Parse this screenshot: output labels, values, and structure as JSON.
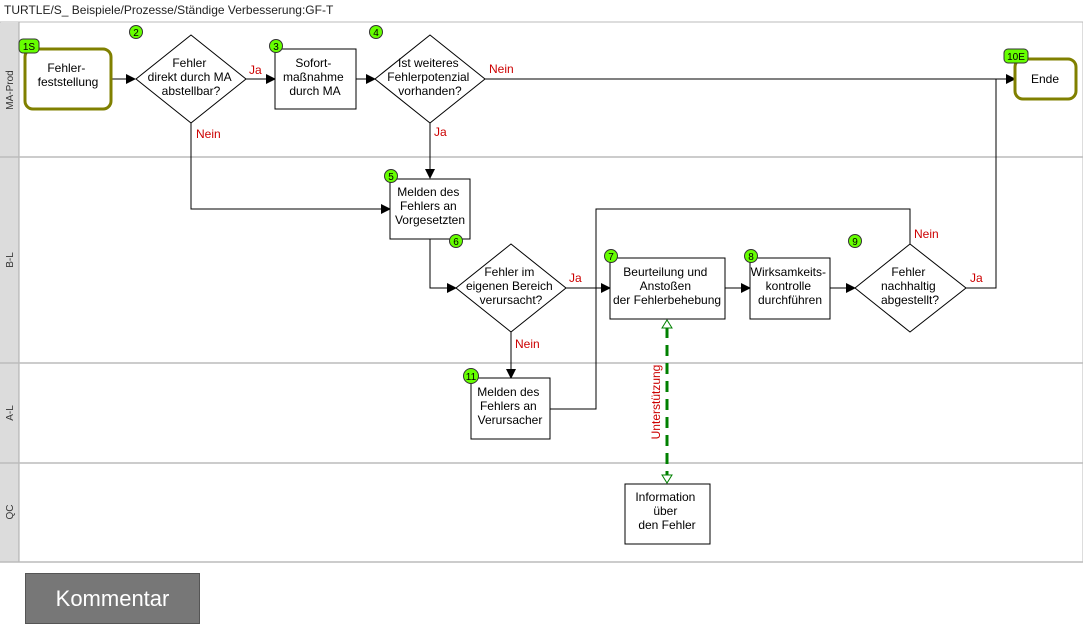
{
  "page_title": "TURTLE/S_ Beispiele/Prozesse/Ständige Verbesserung:GF-T",
  "colors": {
    "lane_bg": "#dcdcdc",
    "terminal_border": "#808000",
    "badge_fill": "#66ff00",
    "edge_label": "#cc0000",
    "support_line": "#008000"
  },
  "lanes": [
    {
      "id": "ma-prod",
      "label": "MA-Prod"
    },
    {
      "id": "b-l",
      "label": "B-L"
    },
    {
      "id": "a-l",
      "label": "A-L"
    },
    {
      "id": "qc",
      "label": "QC"
    }
  ],
  "nodes": [
    {
      "id": "n1",
      "kind": "terminal",
      "badge": "1S",
      "lines": [
        "Fehler-",
        "feststellung"
      ]
    },
    {
      "id": "n2",
      "kind": "decision",
      "badge": "2",
      "lines": [
        "Fehler",
        "direkt durch MA",
        "abstellbar?"
      ]
    },
    {
      "id": "n3",
      "kind": "task",
      "badge": "3",
      "lines": [
        "Sofort-",
        "maßnahme",
        "durch MA"
      ]
    },
    {
      "id": "n4",
      "kind": "decision",
      "badge": "4",
      "lines": [
        "Ist weiteres",
        "Fehlerpotenzial",
        "vorhanden?"
      ]
    },
    {
      "id": "n10",
      "kind": "terminal",
      "badge": "10E",
      "lines": [
        "Ende"
      ]
    },
    {
      "id": "n5",
      "kind": "task",
      "badge": "5",
      "lines": [
        "Melden des",
        "Fehlers an",
        "Vorgesetzten"
      ]
    },
    {
      "id": "n6",
      "kind": "decision",
      "badge": "6",
      "lines": [
        "Fehler im",
        "eigenen Bereich",
        "verursacht?"
      ]
    },
    {
      "id": "n7",
      "kind": "task",
      "badge": "7",
      "lines": [
        "Beurteilung und",
        "Anstoßen",
        "der Fehlerbehebung"
      ]
    },
    {
      "id": "n8",
      "kind": "task",
      "badge": "8",
      "lines": [
        "Wirksamkeits-",
        "kontrolle",
        "durchführen"
      ]
    },
    {
      "id": "n9",
      "kind": "decision",
      "badge": "9",
      "lines": [
        "Fehler",
        "nachhaltig",
        "abgestellt?"
      ]
    },
    {
      "id": "n11",
      "kind": "task",
      "badge": "11",
      "lines": [
        "Melden des",
        "Fehlers an",
        "Verursacher"
      ]
    },
    {
      "id": "nqc",
      "kind": "task",
      "badge": "",
      "lines": [
        "Information",
        "über",
        "den Fehler"
      ]
    }
  ],
  "edge_labels": {
    "yes": "Ja",
    "no": "Nein",
    "support": "Unterstützung"
  },
  "comment_button": "Kommentar"
}
